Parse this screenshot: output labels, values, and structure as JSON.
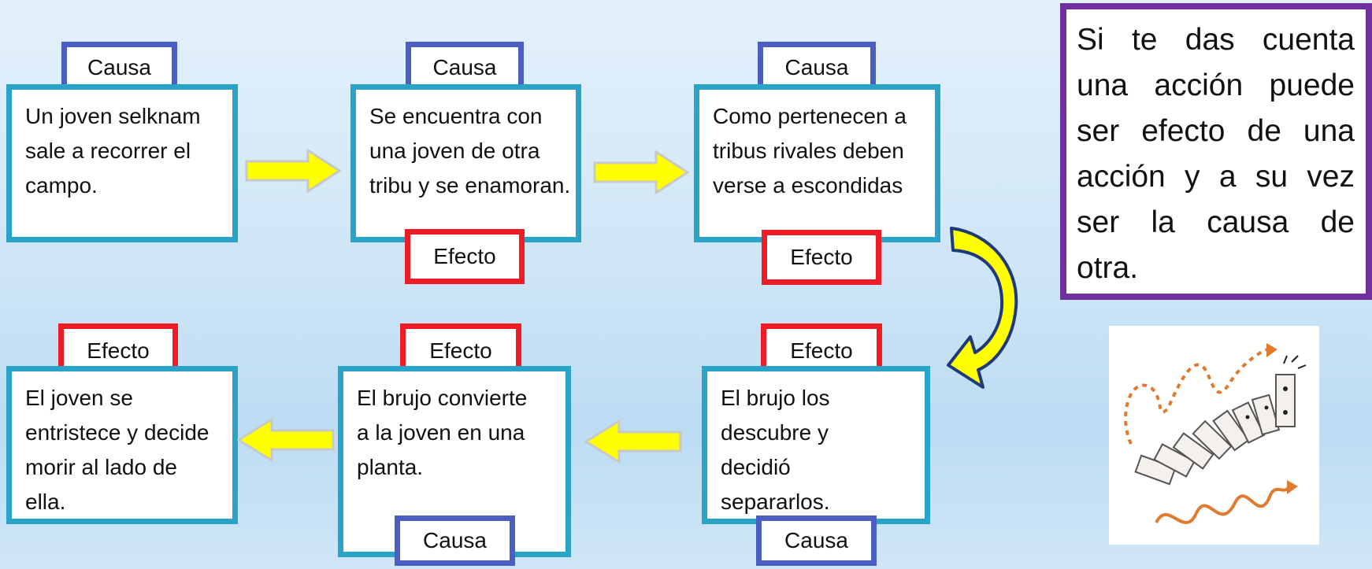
{
  "labels": {
    "cause": "Causa",
    "effect": "Efecto"
  },
  "steps": [
    {
      "id": 1,
      "text": "Un joven selknam sale a recorrer el campo."
    },
    {
      "id": 2,
      "text": "Se encuentra con una joven de otra tribu y se enamoran."
    },
    {
      "id": 3,
      "text": "Como pertenecen a tribus rivales deben verse a escondidas"
    },
    {
      "id": 4,
      "text": "El brujo los descubre y decidió separarlos."
    },
    {
      "id": 5,
      "text": "El brujo convierte a la joven en una planta."
    },
    {
      "id": 6,
      "text": "El joven se entristece y decide morir al lado de ella."
    }
  ],
  "note": "Si te das cuenta una acción puede ser efecto de una acción y a su vez ser la causa de otra.",
  "colors": {
    "box_border": "#2aa3c9",
    "cause_border": "#4a5fc1",
    "effect_border": "#ee1c25",
    "note_border": "#7030a0",
    "arrow_fill": "#ffff00",
    "arrow_stroke": "#c8c8c8",
    "curve_stroke": "#1f3a7a"
  },
  "icons": [
    "right-arrow-icon",
    "left-arrow-icon",
    "curved-arrow-icon",
    "domino-illustration-icon"
  ]
}
